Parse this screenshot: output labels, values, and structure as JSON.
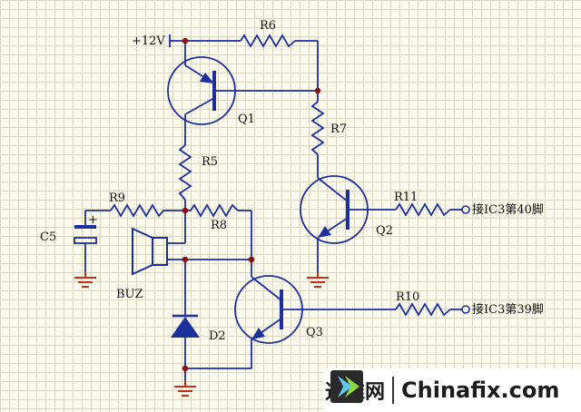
{
  "diagram": {
    "labels": {
      "supply": "+12V",
      "q1": "Q1",
      "q2": "Q2",
      "q3": "Q3",
      "r5": "R5",
      "r6": "R6",
      "r7": "R7",
      "r8": "R8",
      "r9": "R9",
      "r10": "R10",
      "r11": "R11",
      "c5": "C5",
      "c5_plus": "+",
      "buz": "BUZ",
      "d2": "D2",
      "pin40": "接IC3第40脚",
      "pin39": "接IC3第39脚"
    },
    "colors": {
      "wire": "#1d2f9a",
      "junction": "#8a1010",
      "ground": "#c0301a",
      "grid_bg": "#fbf9ec"
    }
  },
  "watermark": {
    "name_cn": "迅维网",
    "name_en": "Chinafix.com"
  }
}
